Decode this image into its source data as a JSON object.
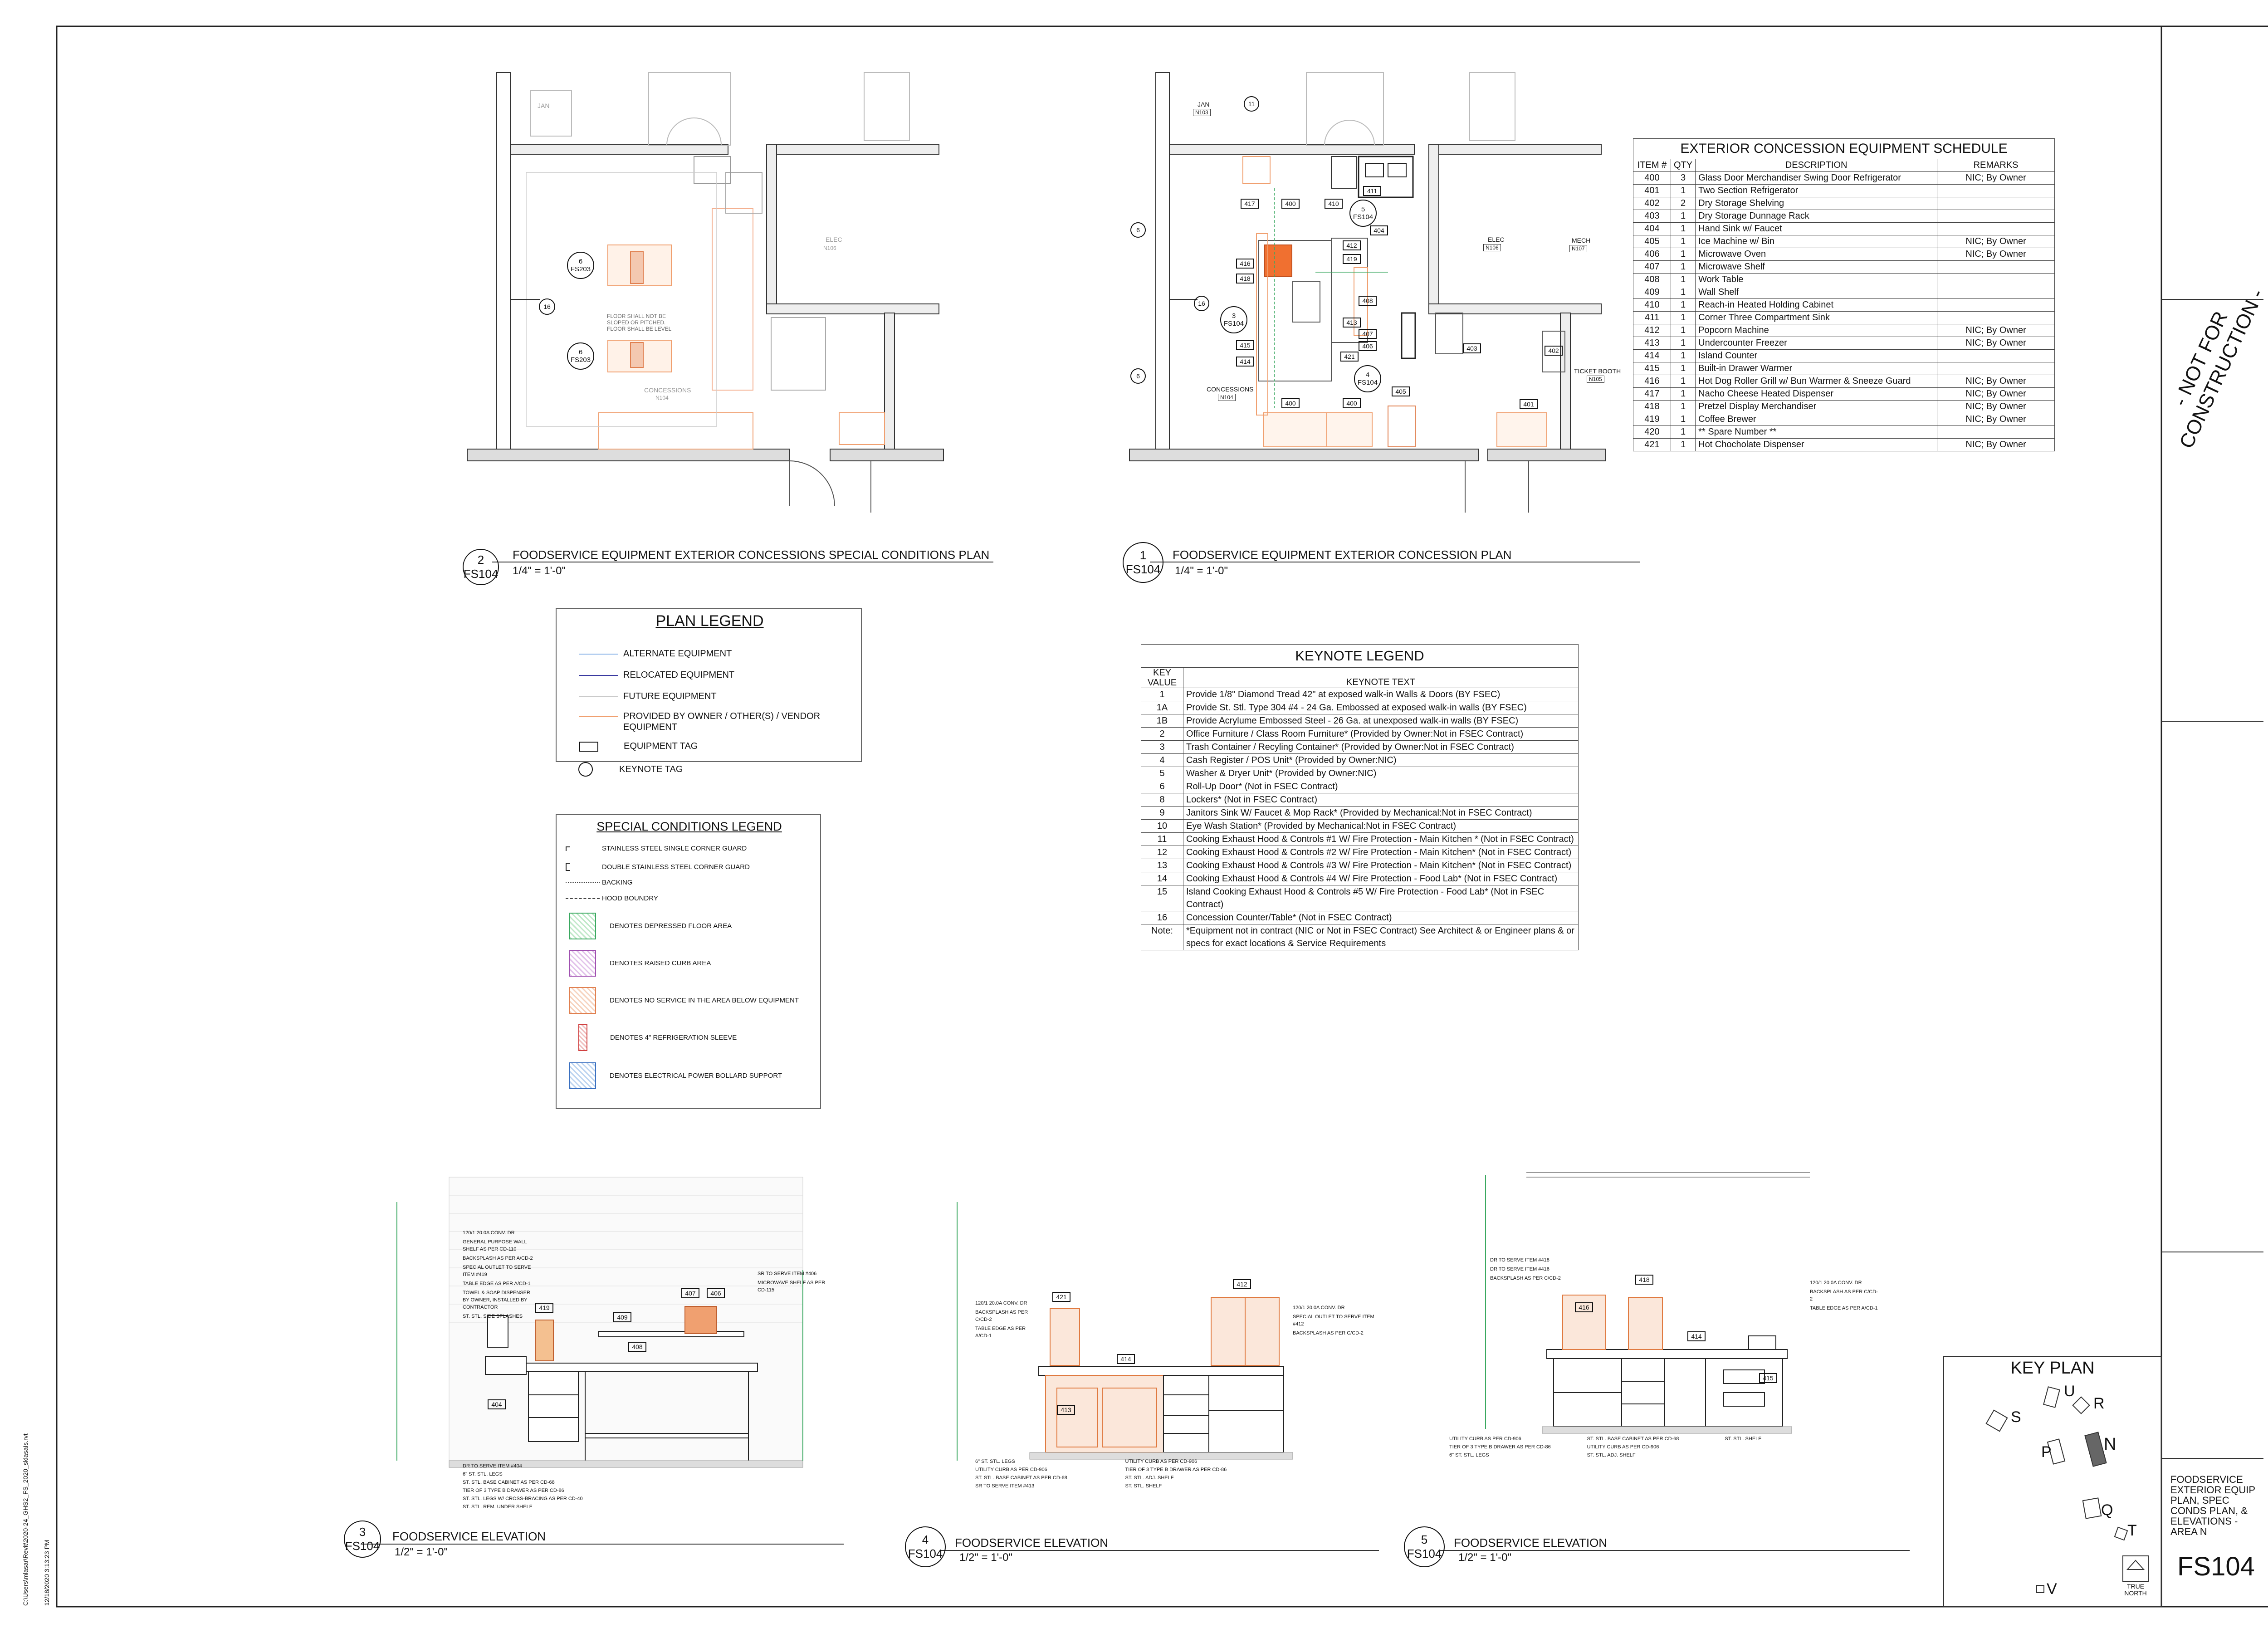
{
  "file_path": "C:\\Users\\mlasar\\Revit\\2020-24_GHS2_FS_2020_sklasaIs.rvt",
  "print_date": "12/18/2020 3:13:23 PM",
  "plans": [
    {
      "number": "2",
      "sheet": "FS104",
      "title": "FOODSERVICE EQUIPMENT EXTERIOR CONCESSIONS SPECIAL CONDITIONS PLAN",
      "scale": "1/4\" = 1'-0\"",
      "rooms": [
        "JAN",
        "ELEC",
        "N106",
        "CONCESSIONS",
        "N104"
      ],
      "callouts": [
        {
          "num": "6",
          "sheet": "FS203"
        },
        {
          "num": "6",
          "sheet": "FS203"
        }
      ],
      "keynote": "16",
      "note": "FLOOR SHALL NOT BE SLOPED OR PITCHED. FLOOR SHALL BE LEVEL"
    },
    {
      "number": "1",
      "sheet": "FS104",
      "title": "FOODSERVICE EQUIPMENT EXTERIOR CONCESSION PLAN",
      "scale": "1/4\" = 1'-0\"",
      "rooms": [
        {
          "name": "JAN",
          "num": "N103"
        },
        {
          "name": "ELEC",
          "num": "N106"
        },
        {
          "name": "MECH",
          "num": "N107"
        },
        {
          "name": "CONCESSIONS",
          "num": "N104"
        },
        {
          "name": "TICKET BOOTH",
          "num": "N105"
        }
      ],
      "tags": [
        "417",
        "400",
        "410",
        "411",
        "404",
        "412",
        "419",
        "408",
        "413",
        "407",
        "406",
        "416",
        "418",
        "415",
        "414",
        "421",
        "400",
        "400",
        "405",
        "403",
        "402",
        "401"
      ],
      "callouts": [
        {
          "num": "5",
          "sheet": "FS104"
        },
        {
          "num": "3",
          "sheet": "FS104"
        },
        {
          "num": "4",
          "sheet": "FS104"
        }
      ],
      "keynotes": [
        "11",
        "6",
        "16",
        "6"
      ]
    }
  ],
  "equipment_schedule": {
    "title": "EXTERIOR CONCESSION EQUIPMENT SCHEDULE",
    "headers": [
      "ITEM #",
      "QTY",
      "DESCRIPTION",
      "REMARKS"
    ],
    "rows": [
      [
        "400",
        "3",
        "Glass Door Merchandiser Swing Door Refrigerator",
        "NIC; By Owner"
      ],
      [
        "401",
        "1",
        "Two Section Refrigerator",
        ""
      ],
      [
        "402",
        "2",
        "Dry Storage Shelving",
        ""
      ],
      [
        "403",
        "1",
        "Dry Storage Dunnage Rack",
        ""
      ],
      [
        "404",
        "1",
        "Hand Sink w/ Faucet",
        ""
      ],
      [
        "405",
        "1",
        "Ice Machine w/ Bin",
        "NIC; By Owner"
      ],
      [
        "406",
        "1",
        "Microwave Oven",
        "NIC; By Owner"
      ],
      [
        "407",
        "1",
        "Microwave Shelf",
        ""
      ],
      [
        "408",
        "1",
        "Work Table",
        ""
      ],
      [
        "409",
        "1",
        "Wall Shelf",
        ""
      ],
      [
        "410",
        "1",
        "Reach-in Heated Holding Cabinet",
        ""
      ],
      [
        "411",
        "1",
        "Corner Three Compartment Sink",
        ""
      ],
      [
        "412",
        "1",
        "Popcorn Machine",
        "NIC; By Owner"
      ],
      [
        "413",
        "1",
        "Undercounter Freezer",
        "NIC; By Owner"
      ],
      [
        "414",
        "1",
        "Island Counter",
        ""
      ],
      [
        "415",
        "1",
        "Built-in Drawer Warmer",
        ""
      ],
      [
        "416",
        "1",
        "Hot Dog Roller Grill w/ Bun Warmer & Sneeze Guard",
        "NIC; By Owner"
      ],
      [
        "417",
        "1",
        "Nacho Cheese Heated Dispenser",
        "NIC; By Owner"
      ],
      [
        "418",
        "1",
        "Pretzel Display Merchandiser",
        "NIC; By Owner"
      ],
      [
        "419",
        "1",
        "Coffee Brewer",
        "NIC; By Owner"
      ],
      [
        "420",
        "1",
        "** Spare Number **",
        ""
      ],
      [
        "421",
        "1",
        "Hot Chocholate Dispenser",
        "NIC; By Owner"
      ]
    ]
  },
  "plan_legend": {
    "title": "PLAN LEGEND",
    "items": [
      {
        "label": "ALTERNATE EQUIPMENT",
        "color": "#8ab4e8"
      },
      {
        "label": "RELOCATED EQUIPMENT",
        "color": "#3a3aa0"
      },
      {
        "label": "FUTURE EQUIPMENT",
        "color": "#c8c8c8"
      },
      {
        "label": "PROVIDED BY OWNER / OTHER(S) / VENDOR",
        "label2": "EQUIPMENT",
        "color": "#f0a070"
      },
      {
        "label": "EQUIPMENT TAG",
        "symbol": "rect"
      },
      {
        "label": "KEYNOTE TAG",
        "symbol": "circle"
      }
    ]
  },
  "special_conditions_legend": {
    "title": "SPECIAL CONDITIONS LEGEND",
    "items": [
      {
        "label": "STAINLESS STEEL SINGLE CORNER GUARD",
        "symbol": "corner"
      },
      {
        "label": "DOUBLE STAINLESS STEEL CORNER GUARD",
        "symbol": "double-corner"
      },
      {
        "label": "BACKING",
        "symbol": "dotted"
      },
      {
        "label": "HOOD BOUNDRY",
        "symbol": "dashed"
      },
      {
        "label": "DENOTES DEPRESSED FLOOR AREA",
        "symbol": "hatch",
        "color": "#3aa860"
      },
      {
        "label": "DENOTES RAISED CURB AREA",
        "symbol": "hatch",
        "color": "#a050b0"
      },
      {
        "label": "DENOTES NO SERVICE IN THE AREA BELOW EQUIPMENT",
        "symbol": "hatch",
        "color": "#e08050"
      },
      {
        "label": "DENOTES 4\" REFRIGERATION SLEEVE",
        "symbol": "sleeve",
        "color": "#d04040"
      },
      {
        "label": "DENOTES ELECTRICAL POWER BOLLARD SUPPORT",
        "symbol": "hatch",
        "color": "#3a70c0"
      }
    ]
  },
  "keynote_legend": {
    "title": "KEYNOTE LEGEND",
    "headers": [
      "KEY VALUE",
      "KEYNOTE TEXT"
    ],
    "rows": [
      [
        "1",
        "Provide 1/8\" Diamond Tread 42\" at exposed walk-in Walls & Doors (BY FSEC)"
      ],
      [
        "1A",
        "Provide St. Stl. Type 304 #4 - 24 Ga. Embossed at exposed walk-in walls (BY FSEC)"
      ],
      [
        "1B",
        "Provide  Acrylume Embossed Steel - 26 Ga. at unexposed walk-in walls (BY FSEC)"
      ],
      [
        "2",
        "Office Furniture / Class Room Furniture* (Provided by Owner:Not in FSEC Contract)"
      ],
      [
        "3",
        "Trash Container / Recyling Container* (Provided by Owner:Not in FSEC Contract)"
      ],
      [
        "4",
        "Cash Register / POS Unit* (Provided by Owner:NIC)"
      ],
      [
        "5",
        "Washer & Dryer Unit* (Provided by Owner:NIC)"
      ],
      [
        "6",
        "Roll-Up Door* (Not in FSEC Contract)"
      ],
      [
        "8",
        "Lockers* (Not in FSEC Contract)"
      ],
      [
        "9",
        "Janitors Sink W/ Faucet & Mop Rack* (Provided by Mechanical:Not in FSEC Contract)"
      ],
      [
        "10",
        "Eye Wash Station* (Provided by Mechanical:Not in FSEC Contract)"
      ],
      [
        "11",
        "Cooking Exhaust Hood & Controls #1 W/ Fire Protection - Main Kitchen * (Not in FSEC Contract)"
      ],
      [
        "12",
        "Cooking Exhaust Hood & Controls #2 W/ Fire Protection - Main Kitchen* (Not in FSEC Contract)"
      ],
      [
        "13",
        "Cooking Exhaust Hood & Controls #3 W/ Fire Protection - Main Kitchen* (Not in FSEC Contract)"
      ],
      [
        "14",
        "Cooking Exhaust Hood & Controls #4 W/ Fire Protection - Food Lab* (Not in FSEC Contract)"
      ],
      [
        "15",
        "Island Cooking Exhaust Hood & Controls #5 W/ Fire Protection - Food Lab* (Not in FSEC Contract)"
      ],
      [
        "16",
        "Concession Counter/Table* (Not in FSEC Contract)"
      ],
      [
        "Note:",
        "*Equipment not in contract (NIC or Not in FSEC Contract) See Architect & or Engineer plans & or specs for exact locations & Service Requirements"
      ]
    ]
  },
  "elevations": [
    {
      "number": "3",
      "sheet": "FS104",
      "title": "FOODSERVICE ELEVATION",
      "scale": "1/2\" = 1'-0\"",
      "tags": [
        "419",
        "409",
        "408",
        "407",
        "406",
        "404"
      ],
      "notes_left": [
        "120/1 20.0A CONV. DR",
        "GENERAL PURPOSE WALL SHELF AS PER CD-110",
        "BACKSPLASH AS PER A/CD-2",
        "SPECIAL OUTLET TO SERVE ITEM #419",
        "TABLE EDGE AS PER A/CD-1",
        "TOWEL & SOAP DISPENSER BY OWNER, INSTALLED BY CONTRACTOR",
        "ST. STL. SIDE SPLASHES"
      ],
      "notes_right": [
        "SR TO SERVE ITEM #406",
        "MICROWAVE SHELF AS PER CD-115"
      ],
      "notes_bottom": [
        "DR TO SERVE ITEM #404",
        "6\" ST. STL. LEGS",
        "ST. STL. BASE CABINET AS PER CD-68",
        "TIER OF 3 TYPE B DRAWER AS PER CD-86",
        "ST. STL. LEGS W/ CROSS-BRACING AS PER CD-40",
        "ST. STL. REM. UNDER SHELF"
      ]
    },
    {
      "number": "4",
      "sheet": "FS104",
      "title": "FOODSERVICE ELEVATION",
      "scale": "1/2\" = 1'-0\"",
      "tags": [
        "421",
        "412",
        "414",
        "413"
      ],
      "notes_left": [
        "120/1 20.0A CONV. DR",
        "BACKSPLASH AS PER C/CD-2",
        "TABLE EDGE AS PER A/CD-1"
      ],
      "notes_right": [
        "120/1 20.0A CONV. DR",
        "SPECIAL OUTLET TO SERVE ITEM #412",
        "BACKSPLASH AS PER C/CD-2"
      ],
      "notes_bottom": [
        "6\" ST. STL. LEGS",
        "UTILITY CURB AS PER CD-906",
        "ST. STL. BASE CABINET AS PER CD-68",
        "SR TO SERVE ITEM #413",
        "UTILITY CURB AS PER CD-906",
        "TIER OF 3 TYPE B DRAWER AS PER CD-86",
        "ST. STL. ADJ. SHELF",
        "ST. STL. SHELF"
      ]
    },
    {
      "number": "5",
      "sheet": "FS104",
      "title": "FOODSERVICE ELEVATION",
      "scale": "1/2\" = 1'-0\"",
      "tags": [
        "418",
        "416",
        "414",
        "415"
      ],
      "notes_left": [
        "DR TO SERVE ITEM #418",
        "DR TO SERVE ITEM #416",
        "BACKSPLASH AS PER C/CD-2"
      ],
      "notes_right": [
        "120/1 20.0A CONV. DR",
        "BACKSPLASH AS PER C/CD-2",
        "TABLE EDGE AS PER A/CD-1"
      ],
      "notes_bottom": [
        "UTILITY CURB AS PER CD-906",
        "TIER OF 3 TYPE B DRAWER AS PER CD-86",
        "6\" ST. STL. LEGS",
        "ST. STL. BASE CABINET AS PER CD-68",
        "UTILITY CURB AS PER CD-906",
        "ST. STL. ADJ. SHELF",
        "ST. STL. SHELF"
      ]
    }
  ],
  "key_plan": {
    "title": "KEY PLAN",
    "areas": [
      "S",
      "U",
      "R",
      "P",
      "N",
      "Q",
      "T",
      "V"
    ],
    "north": "TRUE NORTH"
  },
  "title_block": {
    "stamp": "- NOT FOR CONSTRUCTION -",
    "sheet_title": [
      "FOODSERVICE",
      "EXTERIOR EQUIP",
      "PLAN, SPEC",
      "CONDS PLAN, &",
      "ELEVATIONS -",
      "AREA N"
    ],
    "sheet_number": "FS104"
  }
}
